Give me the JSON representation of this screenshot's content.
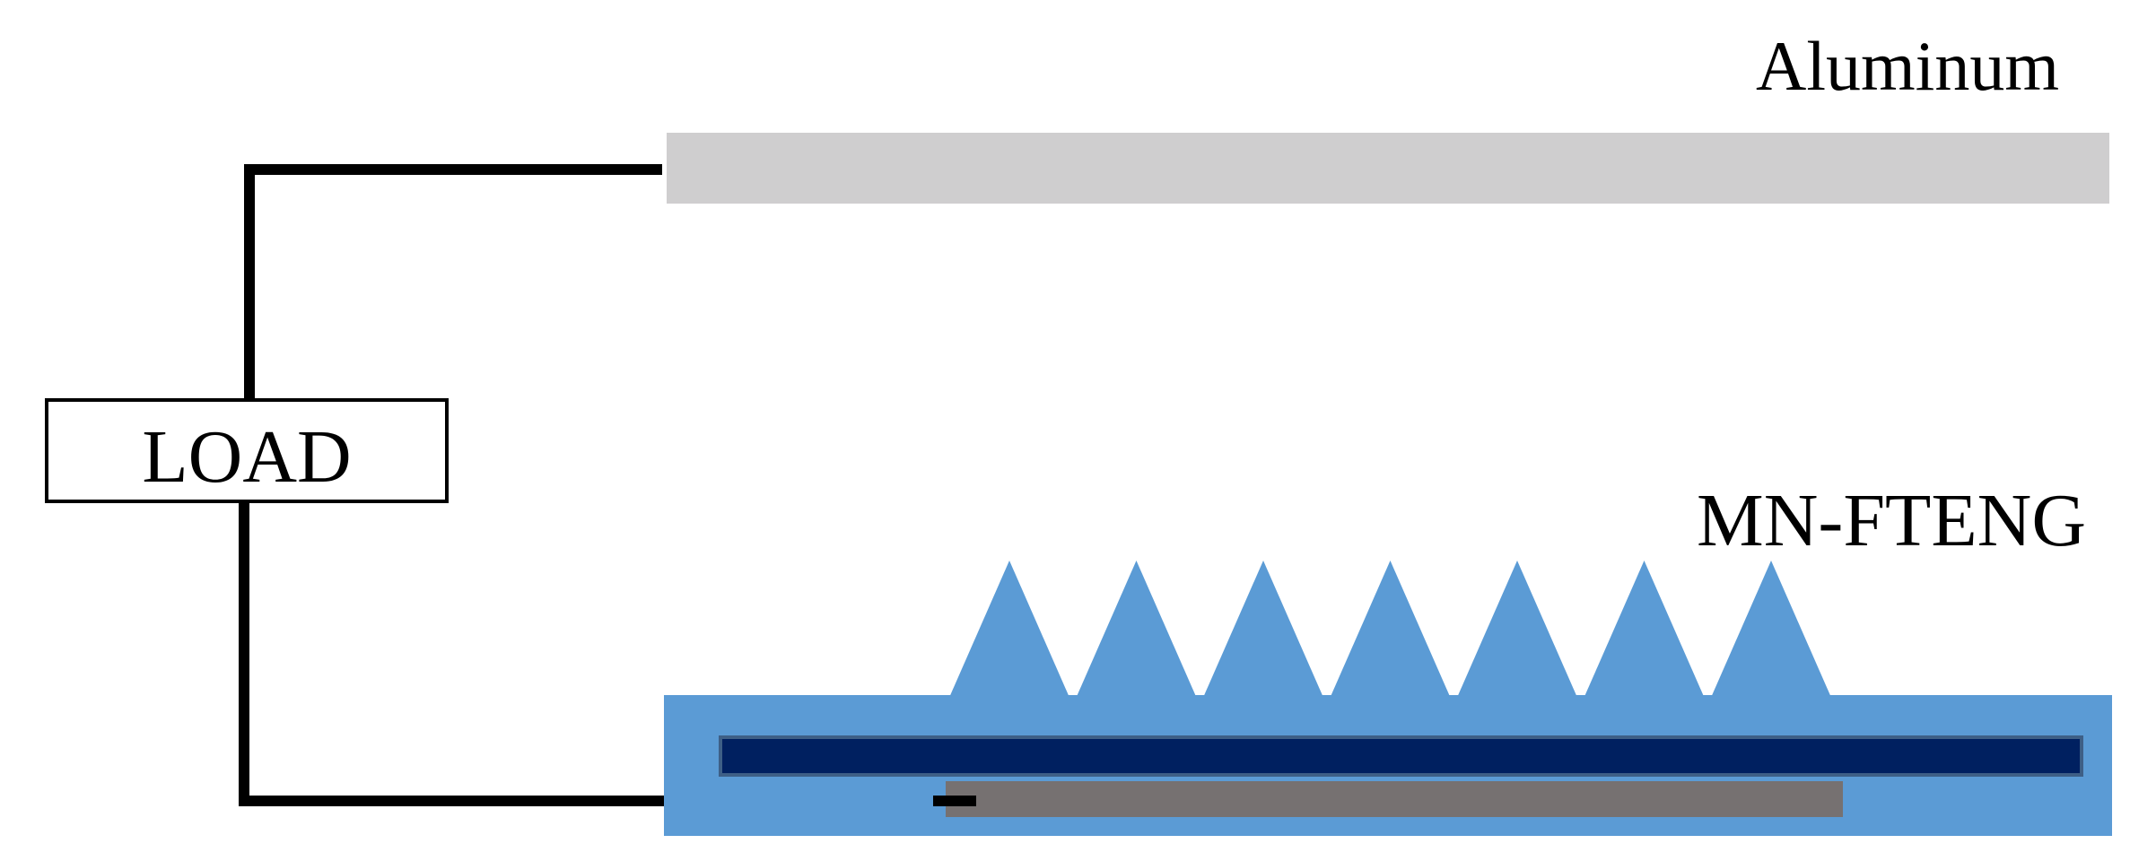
{
  "labels": {
    "aluminum": "Aluminum",
    "device": "MN-FTENG",
    "load": "LOAD"
  },
  "colors": {
    "aluminum_plate": "#cfcecf",
    "encapsulation": "#5b9bd5",
    "dark_electrode": "#002060",
    "gray_layer": "#767171",
    "wire": "#000000",
    "load_box_fill": "#ffffff",
    "load_box_stroke": "#000000"
  },
  "microneedles": {
    "count": 7
  }
}
